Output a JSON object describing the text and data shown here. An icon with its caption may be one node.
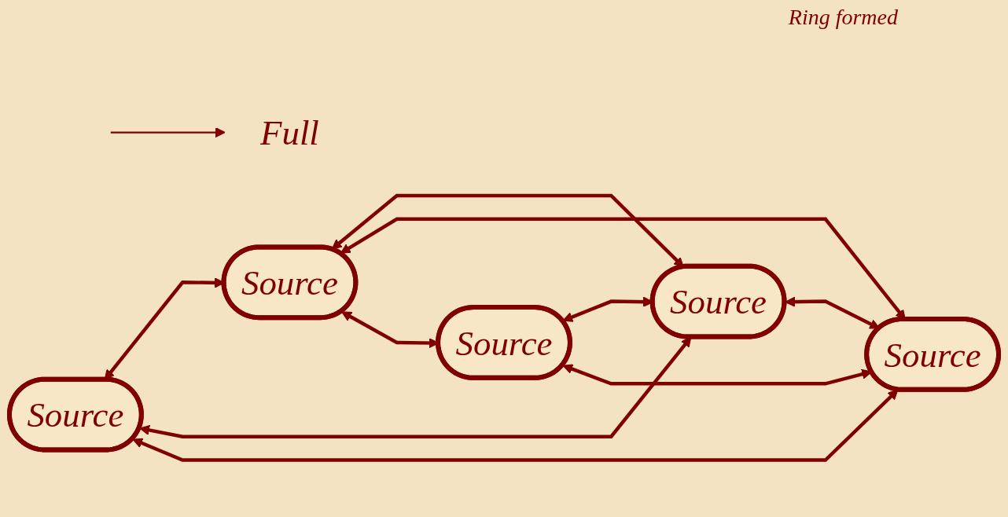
{
  "diagram": {
    "nodes": [
      {
        "text": [
          "Source"
        ]
      },
      {
        "text": [
          "Source"
        ]
      },
      {
        "text": [
          "Full"
        ]
      },
      {
        "text": [
          "Source"
        ]
      },
      {
        "text": [
          "Source"
        ]
      },
      {
        "text": [
          "Source"
        ]
      }
    ],
    "edges": [
      {
        "from": 0,
        "to": 1,
        "arrow": "both"
      },
      {
        "from": 0,
        "to": 4,
        "arrow": "both"
      },
      {
        "from": 0,
        "to": 5,
        "arrow": "both"
      },
      {
        "from": 1,
        "to": 4,
        "arrow": "both"
      },
      {
        "from": 1,
        "to": 5,
        "arrow": "both"
      },
      {
        "from": 1,
        "to": 3,
        "arrow": "both"
      },
      {
        "from": 3,
        "to": 4,
        "arrow": "both"
      },
      {
        "from": 3,
        "to": 5,
        "arrow": "both"
      },
      {
        "from": 4,
        "to": 5,
        "arrow": "both"
      },
      {
        "from": null,
        "to": 2,
        "arrow": "to"
      }
    ],
    "labels": [
      "Ring formed"
    ]
  }
}
